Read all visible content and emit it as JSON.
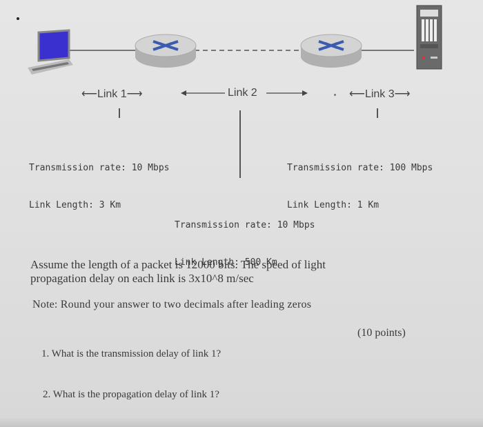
{
  "links": {
    "link1": {
      "label": "Link 1",
      "rate_line": "Transmission rate: 10 Mbps",
      "length_line": "Link Length: 3 Km"
    },
    "link2": {
      "label": "Link 2",
      "rate_line": "Transmission rate: 10 Mbps",
      "length_line": "Link Length: 500 Km"
    },
    "link3": {
      "label": "Link 3",
      "rate_line": "Transmission rate: 100 Mbps",
      "length_line": "Link Length: 1 Km"
    }
  },
  "problem": {
    "assumption_line1": "Assume the length of a packet is 12000 bits. The speed of light",
    "assumption_line2": "propagation delay on each link is 3x10^8 m/sec",
    "note": "Note: Round your answer to two decimals after leading zeros",
    "points": "(10 points)",
    "questions": [
      "1. What is the transmission delay of link 1?",
      "2. What is the propagation delay of link 1?"
    ]
  }
}
